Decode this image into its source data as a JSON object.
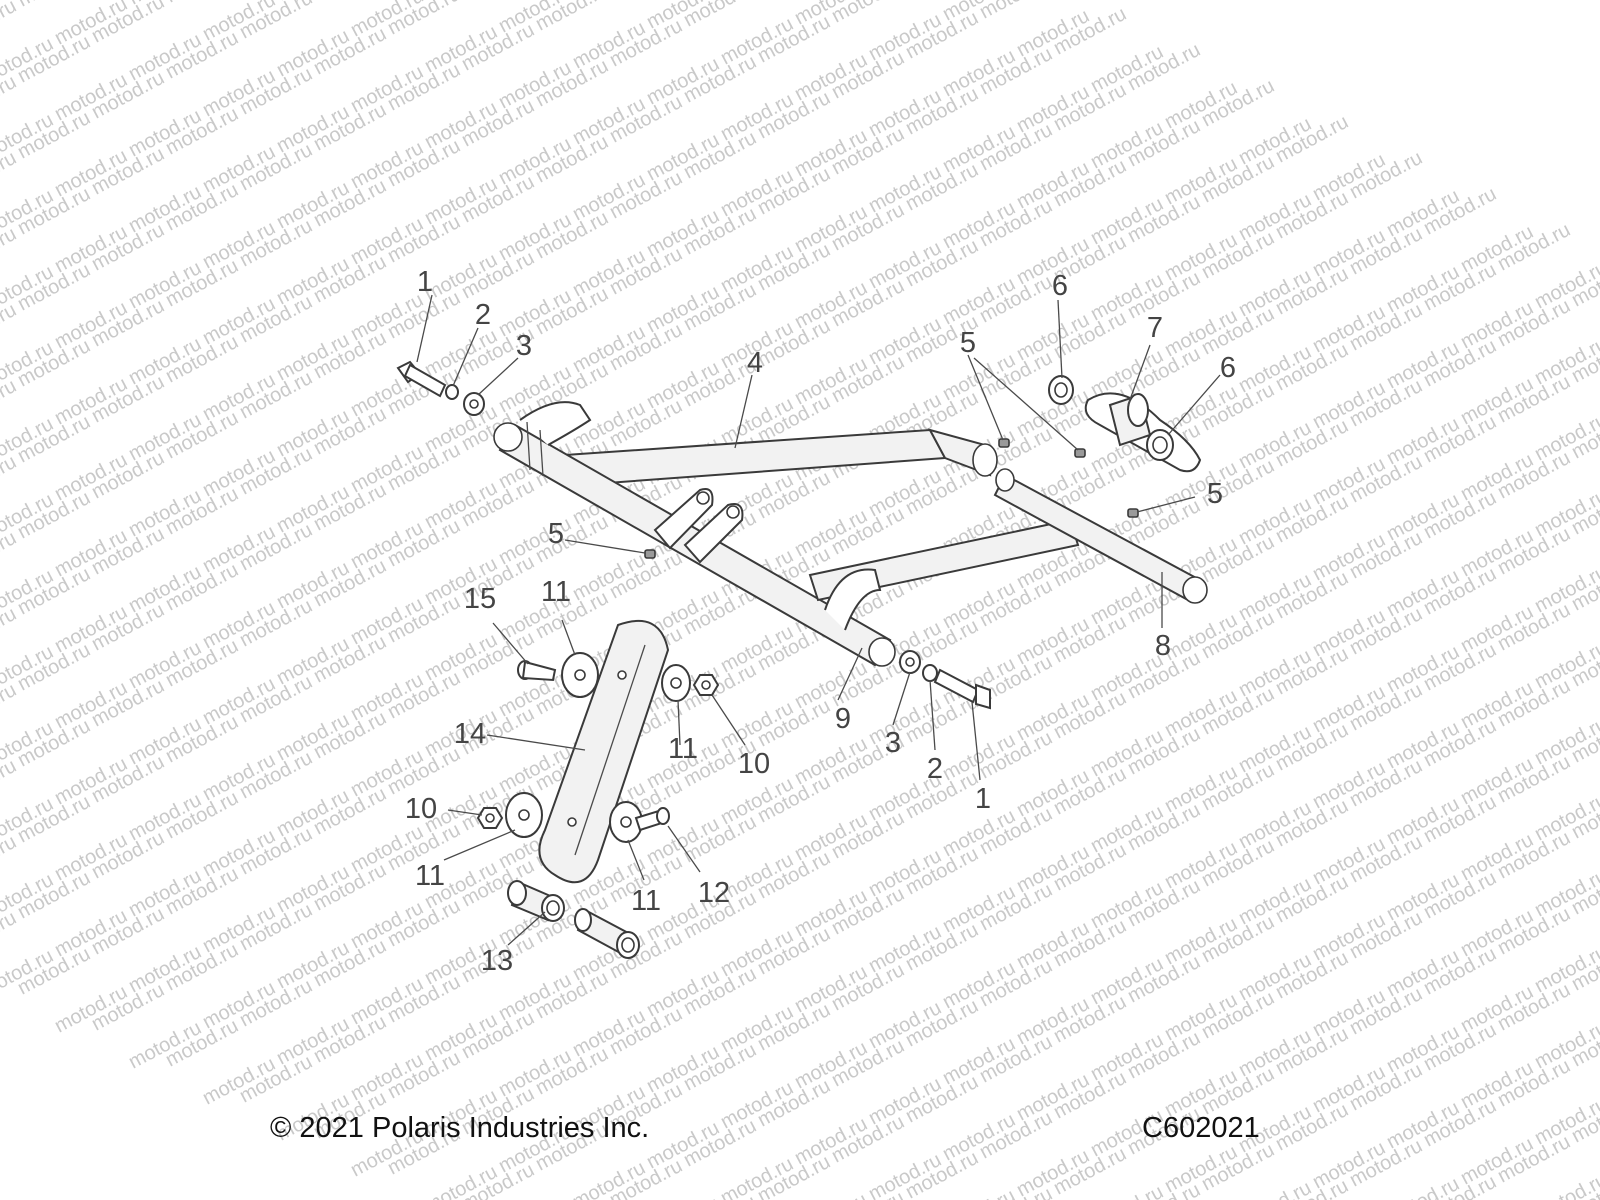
{
  "watermark": "motod.ru",
  "copyright": "© 2021 Polaris Industries Inc.",
  "figure_code": "C602021",
  "callouts": {
    "bolt_upper": "1",
    "lockwasher_upper": "2",
    "washer_upper": "3",
    "a_arm_upper": "4",
    "grease_fitting_a": "5",
    "grease_fitting_b": "5",
    "grease_fitting_c": "5",
    "thrust_washer_a": "6",
    "thrust_washer_b": "6",
    "pivot_bushing": "7",
    "pivot_tube": "8",
    "pivot_tube_front": "9",
    "bolt_lower": "1",
    "lockwasher_lower": "2",
    "washer_lower": "3",
    "screw_top": "15",
    "washer_top_a": "11",
    "washer_top_b": "11",
    "nut_top": "10",
    "link_bar": "14",
    "nut_bottom": "10",
    "washer_bottom_a": "11",
    "washer_bottom_b": "11",
    "screw_bottom": "12",
    "bushing": "13"
  },
  "colors": {
    "line": "#3a3a3a",
    "fill": "#f2f2f2",
    "text": "#444444",
    "watermark": "#c9c9c9"
  }
}
